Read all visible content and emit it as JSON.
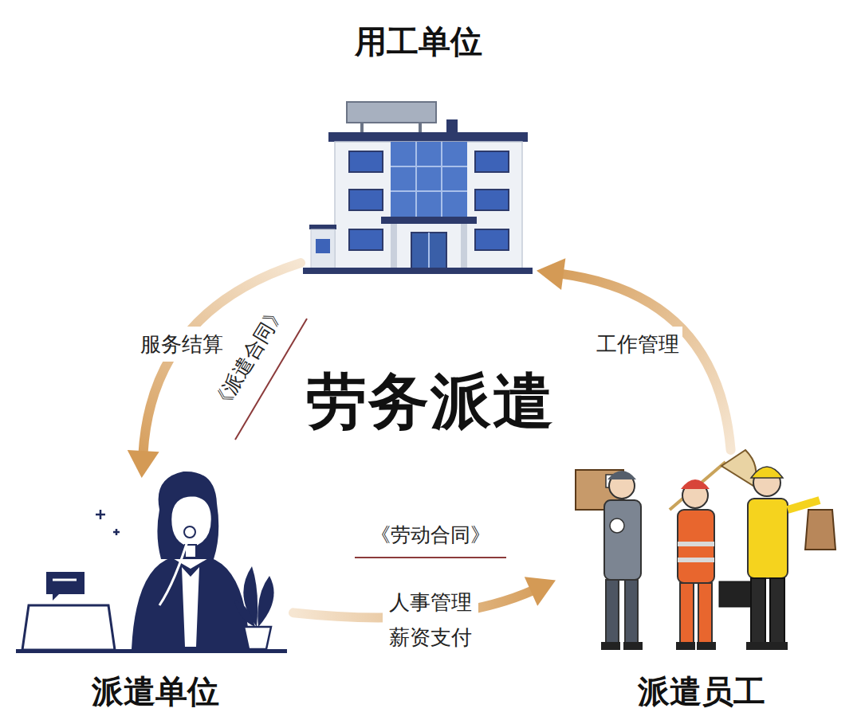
{
  "diagram": {
    "title": "劳务派遣",
    "nodes": [
      {
        "text": [
          "用工单位"
        ]
      },
      {
        "text": [
          "派遣单位"
        ]
      },
      {
        "text": [
          "派遣员工"
        ]
      }
    ],
    "edges": [
      {
        "from": 0,
        "to": 1,
        "label": "服务结算",
        "arrow": "to"
      },
      {
        "from": 1,
        "to": 2,
        "label": "人事管理 薪资支付",
        "arrow": "to"
      },
      {
        "from": 2,
        "to": 0,
        "label": "工作管理",
        "arrow": "to"
      }
    ],
    "labels": [
      "《派遣合同》",
      "《劳动合同》"
    ]
  }
}
